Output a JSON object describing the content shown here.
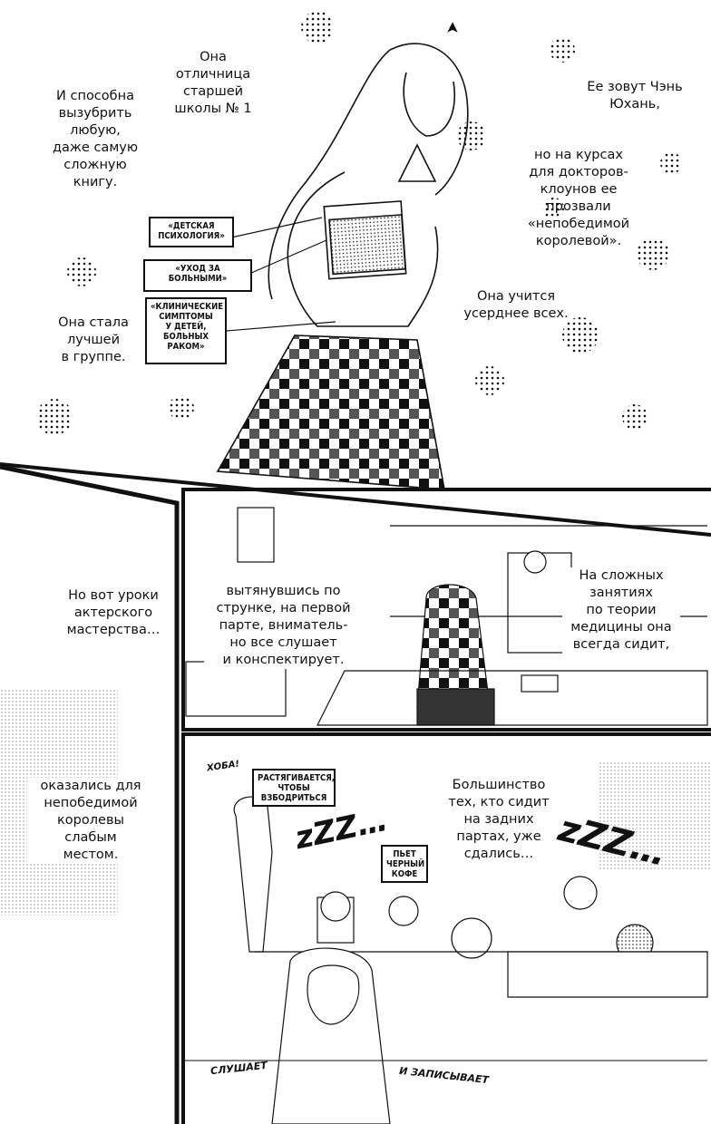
{
  "top_panel": {
    "captions": {
      "otlichnitsa": "Она\nотличница\nстаршей\nшколы № 1",
      "zovut": "Ее зовут Чэнь\nЮхань,",
      "vyzubrit": "И способна\nвызубрить\nлюбую,\nдаже самую\nсложную\nкнигу.",
      "kursy": "но на курсах\nдля докторов-\nклоунов ее\nпрозвали\n«непобедимой\nкоролевой».",
      "uchitsya": "Она учится\nусерднее всех.",
      "luchshei": "Она стала\nлучшей\nв группе."
    },
    "book_labels": {
      "book1": "«ДЕТСКАЯ\nПСИХОЛОГИЯ»",
      "book2": "«УХОД ЗА\nБОЛЬНЫМИ»",
      "book3": "«КЛИНИЧЕСКИЕ\nСИМПТОМЫ\nУ ДЕТЕЙ,\nБОЛЬНЫХ\nРАКОМ»"
    }
  },
  "middle_panel": {
    "captions": {
      "uroki": "Но вот уроки\nактерского\nмастерства…",
      "vytyanuvshis": "вытянувшись по\nструнке, на первой\nпарте, вниматель-\nно все слушает\nи конспектирует.",
      "slozhnyh": "На сложных\nзанятиях\nпо теории\nмедицины она\nвсегда сидит,"
    }
  },
  "bottom_panel": {
    "captions": {
      "okazalis": "оказались для\nнепобедимой\nкоролевы\nслабым\nместом.",
      "bolshinstvo": "Большинство\nтех, кто сидит\nна задних\nпартах, уже\nсдались…"
    },
    "labels": {
      "rastyagivaetsya": "РАСТЯГИВАЕТСЯ,\nЧТОБЫ\nВЗБОДРИТЬСЯ",
      "kofe": "ПЬЕТ\nЧЕРНЫЙ\nКОФЕ"
    },
    "sfx": {
      "hoba": "ХОБА!",
      "slushaet": "СЛУШАЕТ",
      "zapisyvaet": "И ЗАПИСЫВАЕТ",
      "zzz_left": "zZZ…",
      "zzz_right": "zZZ…"
    }
  },
  "colors": {
    "ink": "#111111",
    "paper": "#ffffff"
  }
}
